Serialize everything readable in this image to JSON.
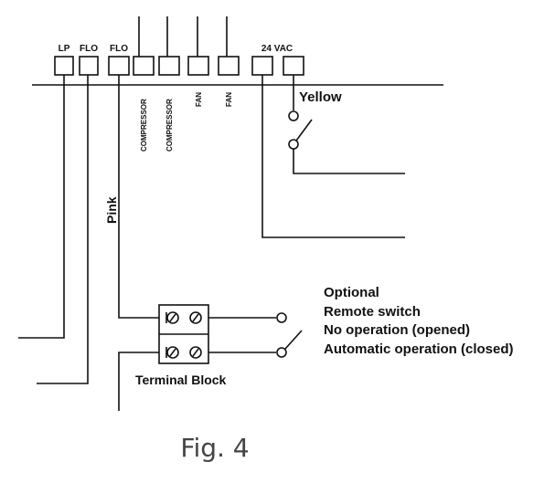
{
  "terminals": {
    "lp": "LP",
    "flo1": "FLO",
    "flo2": "FLO",
    "vac": "24 VAC",
    "compressor1": "COMPRESSOR",
    "compressor2": "COMPRESSOR",
    "fan1": "FAN",
    "fan2": "FAN"
  },
  "wires": {
    "yellow": "Yellow",
    "pink": "Pink"
  },
  "terminal_block": {
    "label": "Terminal Block"
  },
  "remote_switch": {
    "line1": "Optional",
    "line2": "Remote switch",
    "line3": "No operation (opened)",
    "line4": "Automatic operation (closed)"
  },
  "caption": "Fig. 4"
}
